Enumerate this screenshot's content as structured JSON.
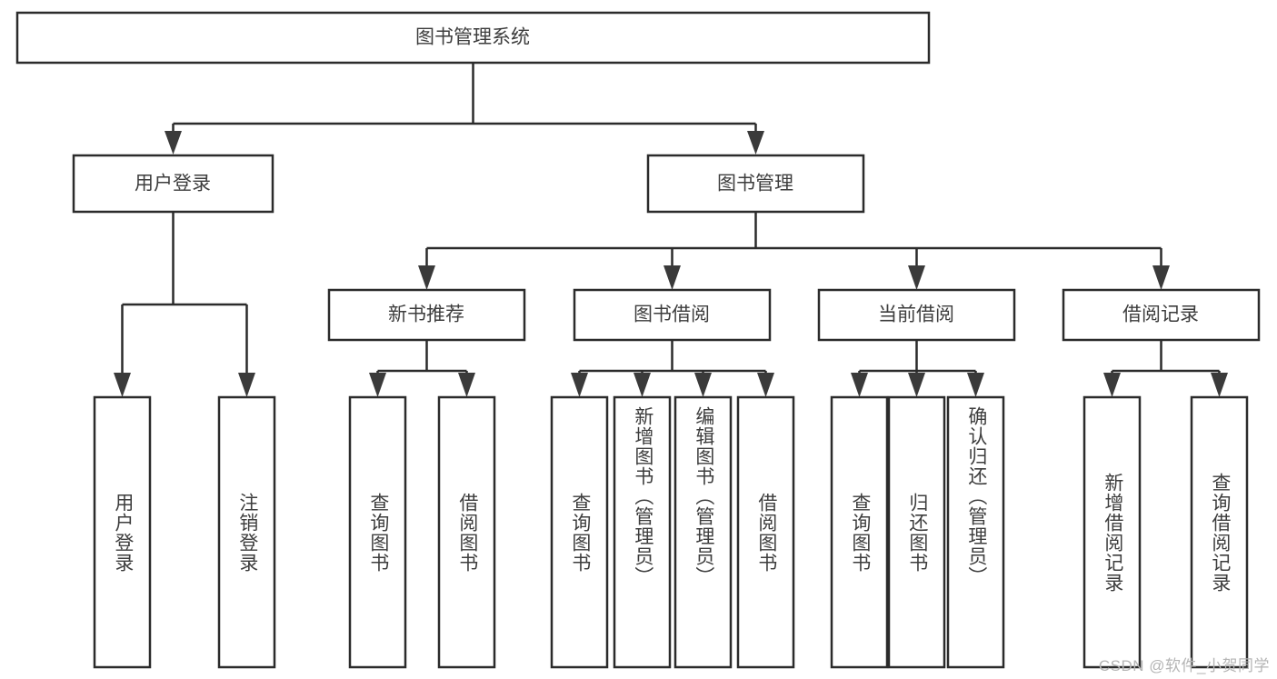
{
  "diagram": {
    "type": "tree",
    "title": "图书管理系统",
    "orientation": "top-down",
    "colors": {
      "box_fill": "#ffffff",
      "box_stroke": "#2b2b2b",
      "text": "#3d3d3d",
      "watermark": "#b5b5b5"
    },
    "levels": {
      "root": {
        "label": "图书管理系统"
      },
      "level2": [
        {
          "id": "user-login",
          "label": "用户登录"
        },
        {
          "id": "book-management",
          "label": "图书管理"
        }
      ],
      "level3": [
        {
          "id": "new-book-recommend",
          "label": "新书推荐"
        },
        {
          "id": "book-borrow",
          "label": "图书借阅"
        },
        {
          "id": "current-borrow",
          "label": "当前借阅"
        },
        {
          "id": "borrow-record",
          "label": "借阅记录"
        }
      ],
      "leaves": {
        "user_login": [
          {
            "id": "leaf-user-login",
            "label": "用户登录"
          },
          {
            "id": "leaf-logout-login",
            "label": "注销登录"
          }
        ],
        "new_book_recommend": [
          {
            "id": "leaf-query-book-1",
            "label": "查询图书"
          },
          {
            "id": "leaf-borrow-book-1",
            "label": "借阅图书"
          }
        ],
        "book_borrow": [
          {
            "id": "leaf-query-book-2",
            "label": "查询图书"
          },
          {
            "id": "leaf-add-book",
            "label": "新增图书（管理员）"
          },
          {
            "id": "leaf-edit-book",
            "label": "编辑图书（管理员）"
          },
          {
            "id": "leaf-borrow-book-2",
            "label": "借阅图书"
          }
        ],
        "current_borrow": [
          {
            "id": "leaf-query-book-3",
            "label": "查询图书"
          },
          {
            "id": "leaf-return-book",
            "label": "归还图书"
          },
          {
            "id": "leaf-confirm-return",
            "label": "确认归还（管理员）"
          }
        ],
        "borrow_record": [
          {
            "id": "leaf-add-record",
            "label": "新增借阅记录"
          },
          {
            "id": "leaf-query-record",
            "label": "查询借阅记录"
          }
        ]
      }
    }
  },
  "watermark": {
    "text": "CSDN @软件_小贺同学"
  }
}
